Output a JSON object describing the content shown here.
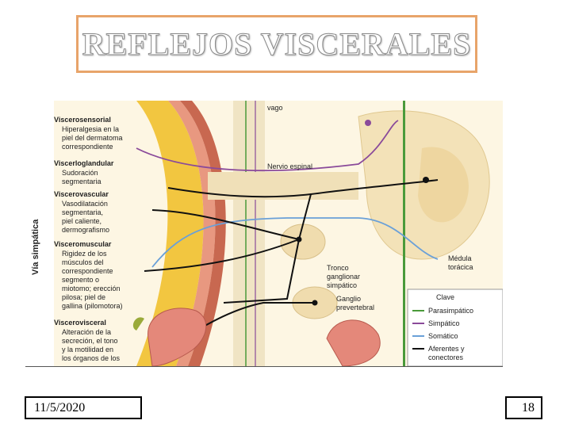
{
  "slide": {
    "title": "REFLEJOS VISCERALES",
    "date": "11/5/2020",
    "page": "18"
  },
  "figure": {
    "side_label": "Vía simpática",
    "labels": {
      "vago": "vago",
      "nervio_espinal": "Nervio espinal",
      "tronco": [
        "Tronco",
        "ganglionar",
        "simpático"
      ],
      "ganglio": [
        "Ganglio",
        "prevertebral"
      ],
      "medula": [
        "Médula",
        "torácica"
      ]
    },
    "reflexes": [
      {
        "heading": "Viscerosensorial",
        "lines": [
          "Hiperalgesia en la",
          "piel del dermatoma",
          "correspondiente"
        ]
      },
      {
        "heading": "Viscerloglandular",
        "lines": [
          "Sudoración",
          "segmentaria"
        ]
      },
      {
        "heading": "Viscerovascular",
        "lines": [
          "Vasodilatación",
          "segmentaria,",
          "piel caliente,",
          "dermografismo"
        ]
      },
      {
        "heading": "Visceromuscular",
        "lines": [
          "Rigidez de los",
          "músculos del",
          "correspondiente",
          "segmento o",
          "miotomo; erección",
          "pilosa; piel de",
          "gallina (pilomotora)"
        ]
      },
      {
        "heading": "Viscerovisceral",
        "lines": [
          "Alteración de la",
          "secreción, el tono",
          "y la motilidad en",
          "los órganos de los"
        ]
      }
    ],
    "legend": {
      "title": "Clave",
      "items": [
        {
          "label": "Parasimpático",
          "color": "#4a9a3a"
        },
        {
          "label": "Simpático",
          "color": "#8a4a9a"
        },
        {
          "label": "Somático",
          "color": "#6aa0d8"
        },
        {
          "label": "Aferentes y",
          "label2": "conectores",
          "color": "#111111"
        }
      ]
    }
  }
}
